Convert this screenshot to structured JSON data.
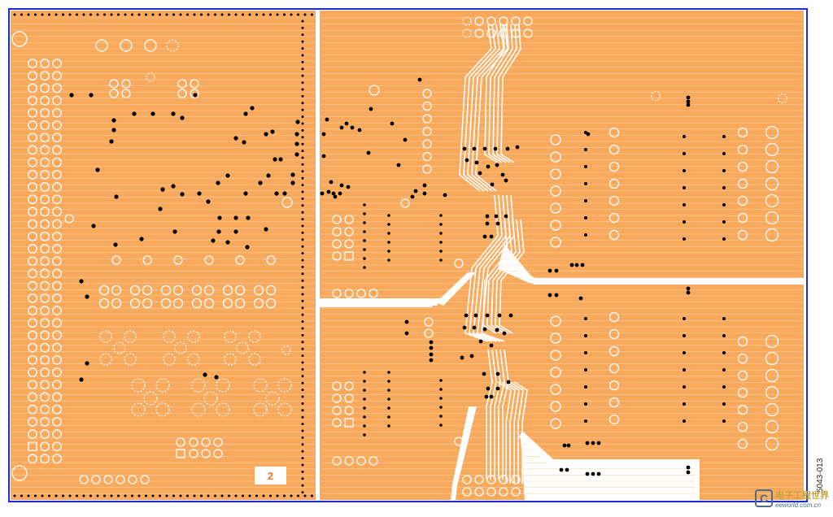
{
  "board": {
    "copper_color": "#F8A95C",
    "outline_color": "#1f2bd6",
    "hole_color": "#ffffff",
    "via_color": "#000000"
  },
  "layer_label": "2",
  "figure_code": "5043-013",
  "watermark": {
    "logo": "C",
    "name": "电子工程世界",
    "url": "eeworld.com.cn"
  }
}
